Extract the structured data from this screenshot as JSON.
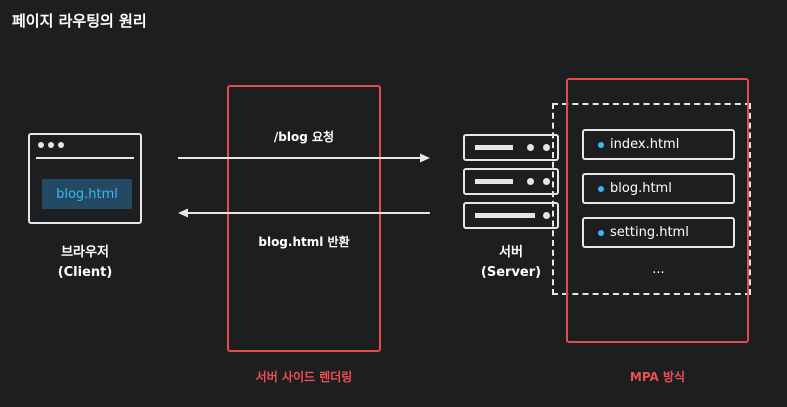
{
  "title": "페이지 라우팅의 원리",
  "browser": {
    "content": "blog.html",
    "caption_line1": "브라우저",
    "caption_line2": "(Client)"
  },
  "request": {
    "label": "/blog 요청"
  },
  "response": {
    "label": "blog.html 반환"
  },
  "server": {
    "caption_line1": "서버",
    "caption_line2": "(Server)"
  },
  "files": [
    {
      "name": "index.html"
    },
    {
      "name": "blog.html"
    },
    {
      "name": "setting.html"
    }
  ],
  "files_more": "...",
  "server_side_rendering_label": "서버 사이드 렌더링",
  "mpa_label": "MPA 방식",
  "colors": {
    "accent_red": "#e24c4f",
    "accent_blue": "#36b8f0",
    "background": "#1d1e20"
  }
}
